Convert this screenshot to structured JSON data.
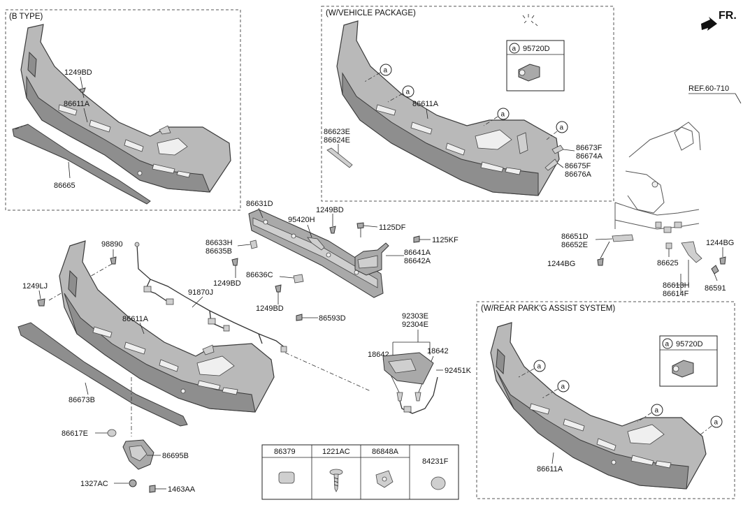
{
  "direction": {
    "label": "FR."
  },
  "reference": {
    "label": "REF.60-710"
  },
  "panels": {
    "b_type": {
      "title": "(B TYPE)"
    },
    "vehicle_package": {
      "title": "(W/VEHICLE PACKAGE)"
    },
    "park_assist": {
      "title": "(W/REAR PARK'G ASSIST SYSTEM)"
    }
  },
  "callout_marker": "a",
  "sensor_part": "95720D",
  "labels": {
    "p1249BD_a": "1249BD",
    "p86611A_a": "86611A",
    "p86665": "86665",
    "p86611A_b": "86611A",
    "p86623E": "86623E",
    "p86624E": "86624E",
    "p86673F": "86673F",
    "p86674A": "86674A",
    "p86675F": "86675F",
    "p86676A": "86676A",
    "p86631D": "86631D",
    "p95420H": "95420H",
    "p1249BD_b": "1249BD",
    "p1125DF": "1125DF",
    "p1125KF": "1125KF",
    "p86633H": "86633H",
    "p86635B": "86635B",
    "p86641A": "86641A",
    "p86642A": "86642A",
    "p98890": "98890",
    "p1249LJ": "1249LJ",
    "p91870J": "91870J",
    "p1249BD_c": "1249BD",
    "p86636C": "86636C",
    "p1249BD_d": "1249BD",
    "p86593D": "86593D",
    "p86611A_c": "86611A",
    "p86673B": "86673B",
    "p86617E": "86617E",
    "p86695B": "86695B",
    "p1327AC": "1327AC",
    "p1463AA": "1463AA",
    "p92303E": "92303E",
    "p92304E": "92304E",
    "p18642_a": "18642",
    "p18642_b": "18642",
    "p92451K": "92451K",
    "p86651D": "86651D",
    "p86652E": "86652E",
    "p1244BG_a": "1244BG",
    "p1244BG_b": "1244BG",
    "p86625": "86625",
    "p86613H": "86613H",
    "p86614F": "86614F",
    "p86591": "86591",
    "p86611A_d": "86611A"
  },
  "parts_table": {
    "headers": [
      "86379",
      "1221AC",
      "86848A",
      "84231F"
    ]
  }
}
